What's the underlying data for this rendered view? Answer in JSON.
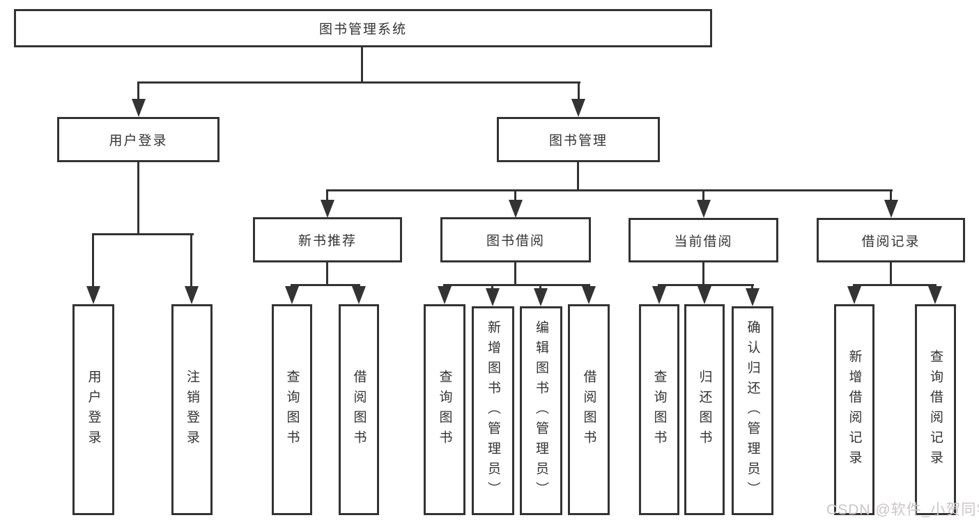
{
  "diagram": {
    "title": "图书管理系统",
    "type": "function-structure-tree",
    "nodes": {
      "root": {
        "label": "图书管理系统"
      },
      "user_login": {
        "label": "用户登录"
      },
      "book_mgmt": {
        "label": "图书管理"
      },
      "new_book_rec": {
        "label": "新书推荐"
      },
      "book_borrow": {
        "label": "图书借阅"
      },
      "current_borrow": {
        "label": "当前借阅"
      },
      "borrow_records": {
        "label": "借阅记录"
      },
      "ul_login": {
        "label": "用户登录"
      },
      "ul_logout": {
        "label": "注销登录"
      },
      "nb_query": {
        "label": "查询图书"
      },
      "nb_borrow": {
        "label": "借阅图书"
      },
      "bb_query": {
        "label": "查询图书"
      },
      "bb_add": {
        "label": "新增图书（管理员）"
      },
      "bb_edit": {
        "label": "编辑图书（管理员）"
      },
      "bb_borrow": {
        "label": "借阅图书"
      },
      "cb_query": {
        "label": "查询图书"
      },
      "cb_return": {
        "label": "归还图书"
      },
      "cb_confirm": {
        "label": "确认归还（管理员）"
      },
      "br_add": {
        "label": "新增借阅记录"
      },
      "br_query": {
        "label": "查询借阅记录"
      }
    },
    "structure": {
      "图书管理系统": {
        "用户登录": [
          "用户登录",
          "注销登录"
        ],
        "图书管理": {
          "新书推荐": [
            "查询图书",
            "借阅图书"
          ],
          "图书借阅": [
            "查询图书",
            "新增图书（管理员）",
            "编辑图书（管理员）",
            "借阅图书"
          ],
          "当前借阅": [
            "查询图书",
            "归还图书",
            "确认归还（管理员）"
          ],
          "借阅记录": [
            "新增借阅记录",
            "查询借阅记录"
          ]
        }
      }
    },
    "colors": {
      "line": "#333333",
      "box_fill": "#ffffff",
      "background": "#ffffff",
      "watermark": "#cbc5c5"
    }
  },
  "watermark": {
    "text": "CSDN @软件_小贺同学"
  }
}
